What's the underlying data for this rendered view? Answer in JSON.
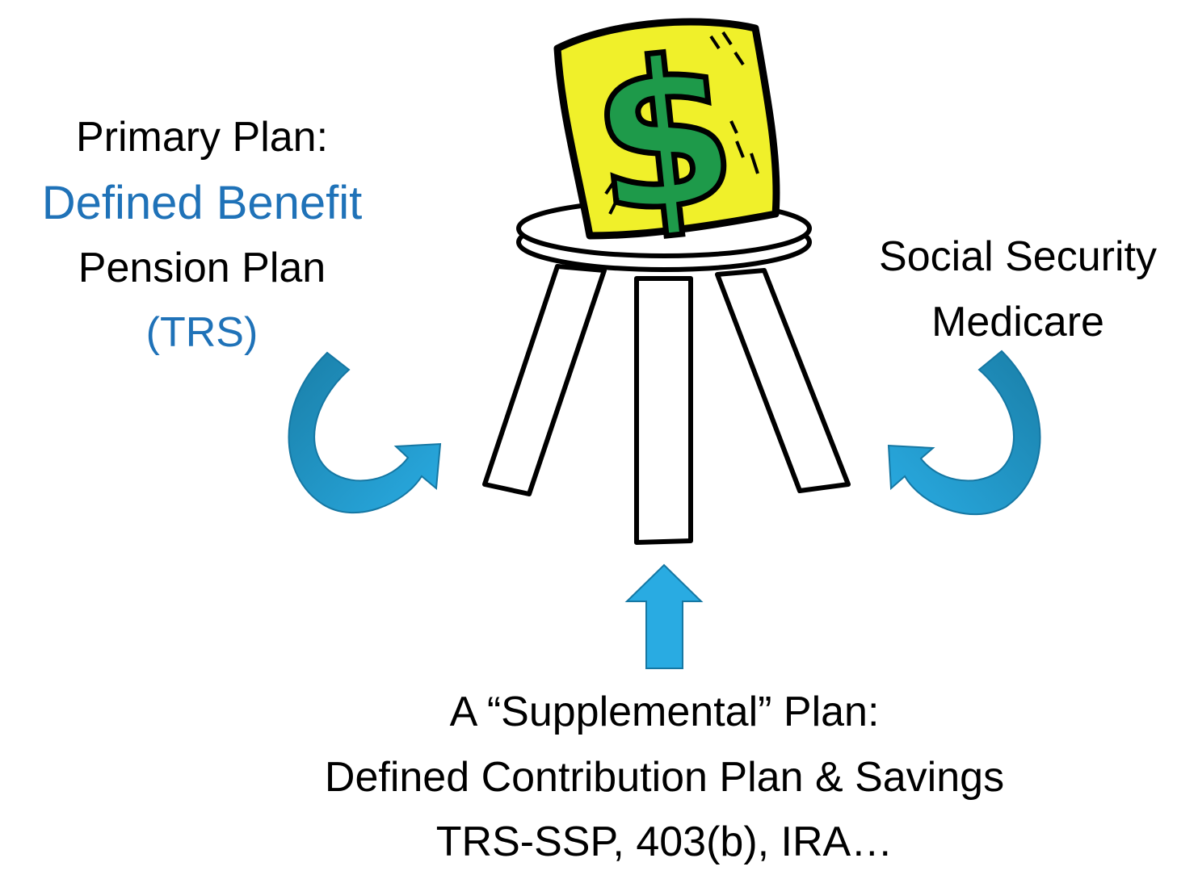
{
  "left": {
    "line1": "Primary Plan:",
    "line2": "Defined Benefit",
    "line3": "Pension Plan",
    "line4": "(TRS)"
  },
  "right": {
    "line1": "Social Security",
    "line2": "Medicare"
  },
  "bottom": {
    "line1": "A “Supplemental” Plan:",
    "line2": "Defined Contribution Plan & Savings",
    "line3": "TRS-SSP, 403(b), IRA…"
  },
  "sign": {
    "symbol": "$"
  },
  "colors": {
    "accent_blue_text": "#1f72b8",
    "arrow_light": "#29abe2",
    "arrow_dark": "#1a7fa8",
    "sign_yellow": "#f0f02a",
    "dollar_green": "#1e9a4a"
  },
  "icons": [
    "stool-icon",
    "dollar-sign-icon",
    "curved-arrow-left-icon",
    "curved-arrow-right-icon",
    "up-arrow-icon"
  ]
}
